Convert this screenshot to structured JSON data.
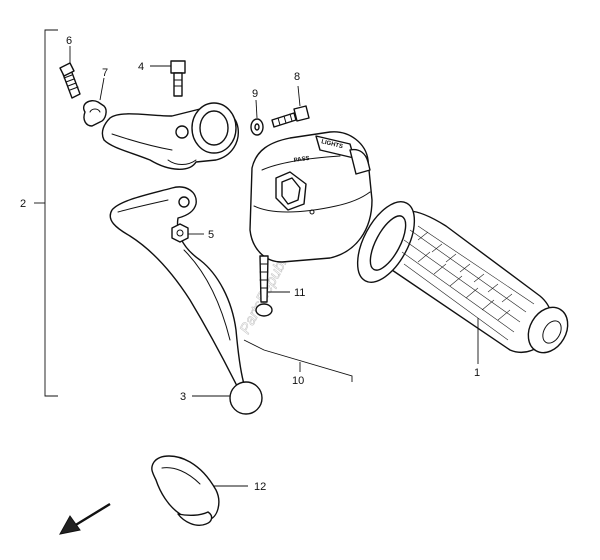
{
  "callouts": {
    "c1": "1",
    "c2": "2",
    "c3": "3",
    "c4": "4",
    "c5": "5",
    "c6": "6",
    "c7": "7",
    "c8": "8",
    "c9": "9",
    "c10": "10",
    "c11": "11",
    "c12": "12"
  },
  "switch_text": {
    "lights": "LIGHTS",
    "pass": "PASS"
  },
  "watermark": "PartsRepublik"
}
